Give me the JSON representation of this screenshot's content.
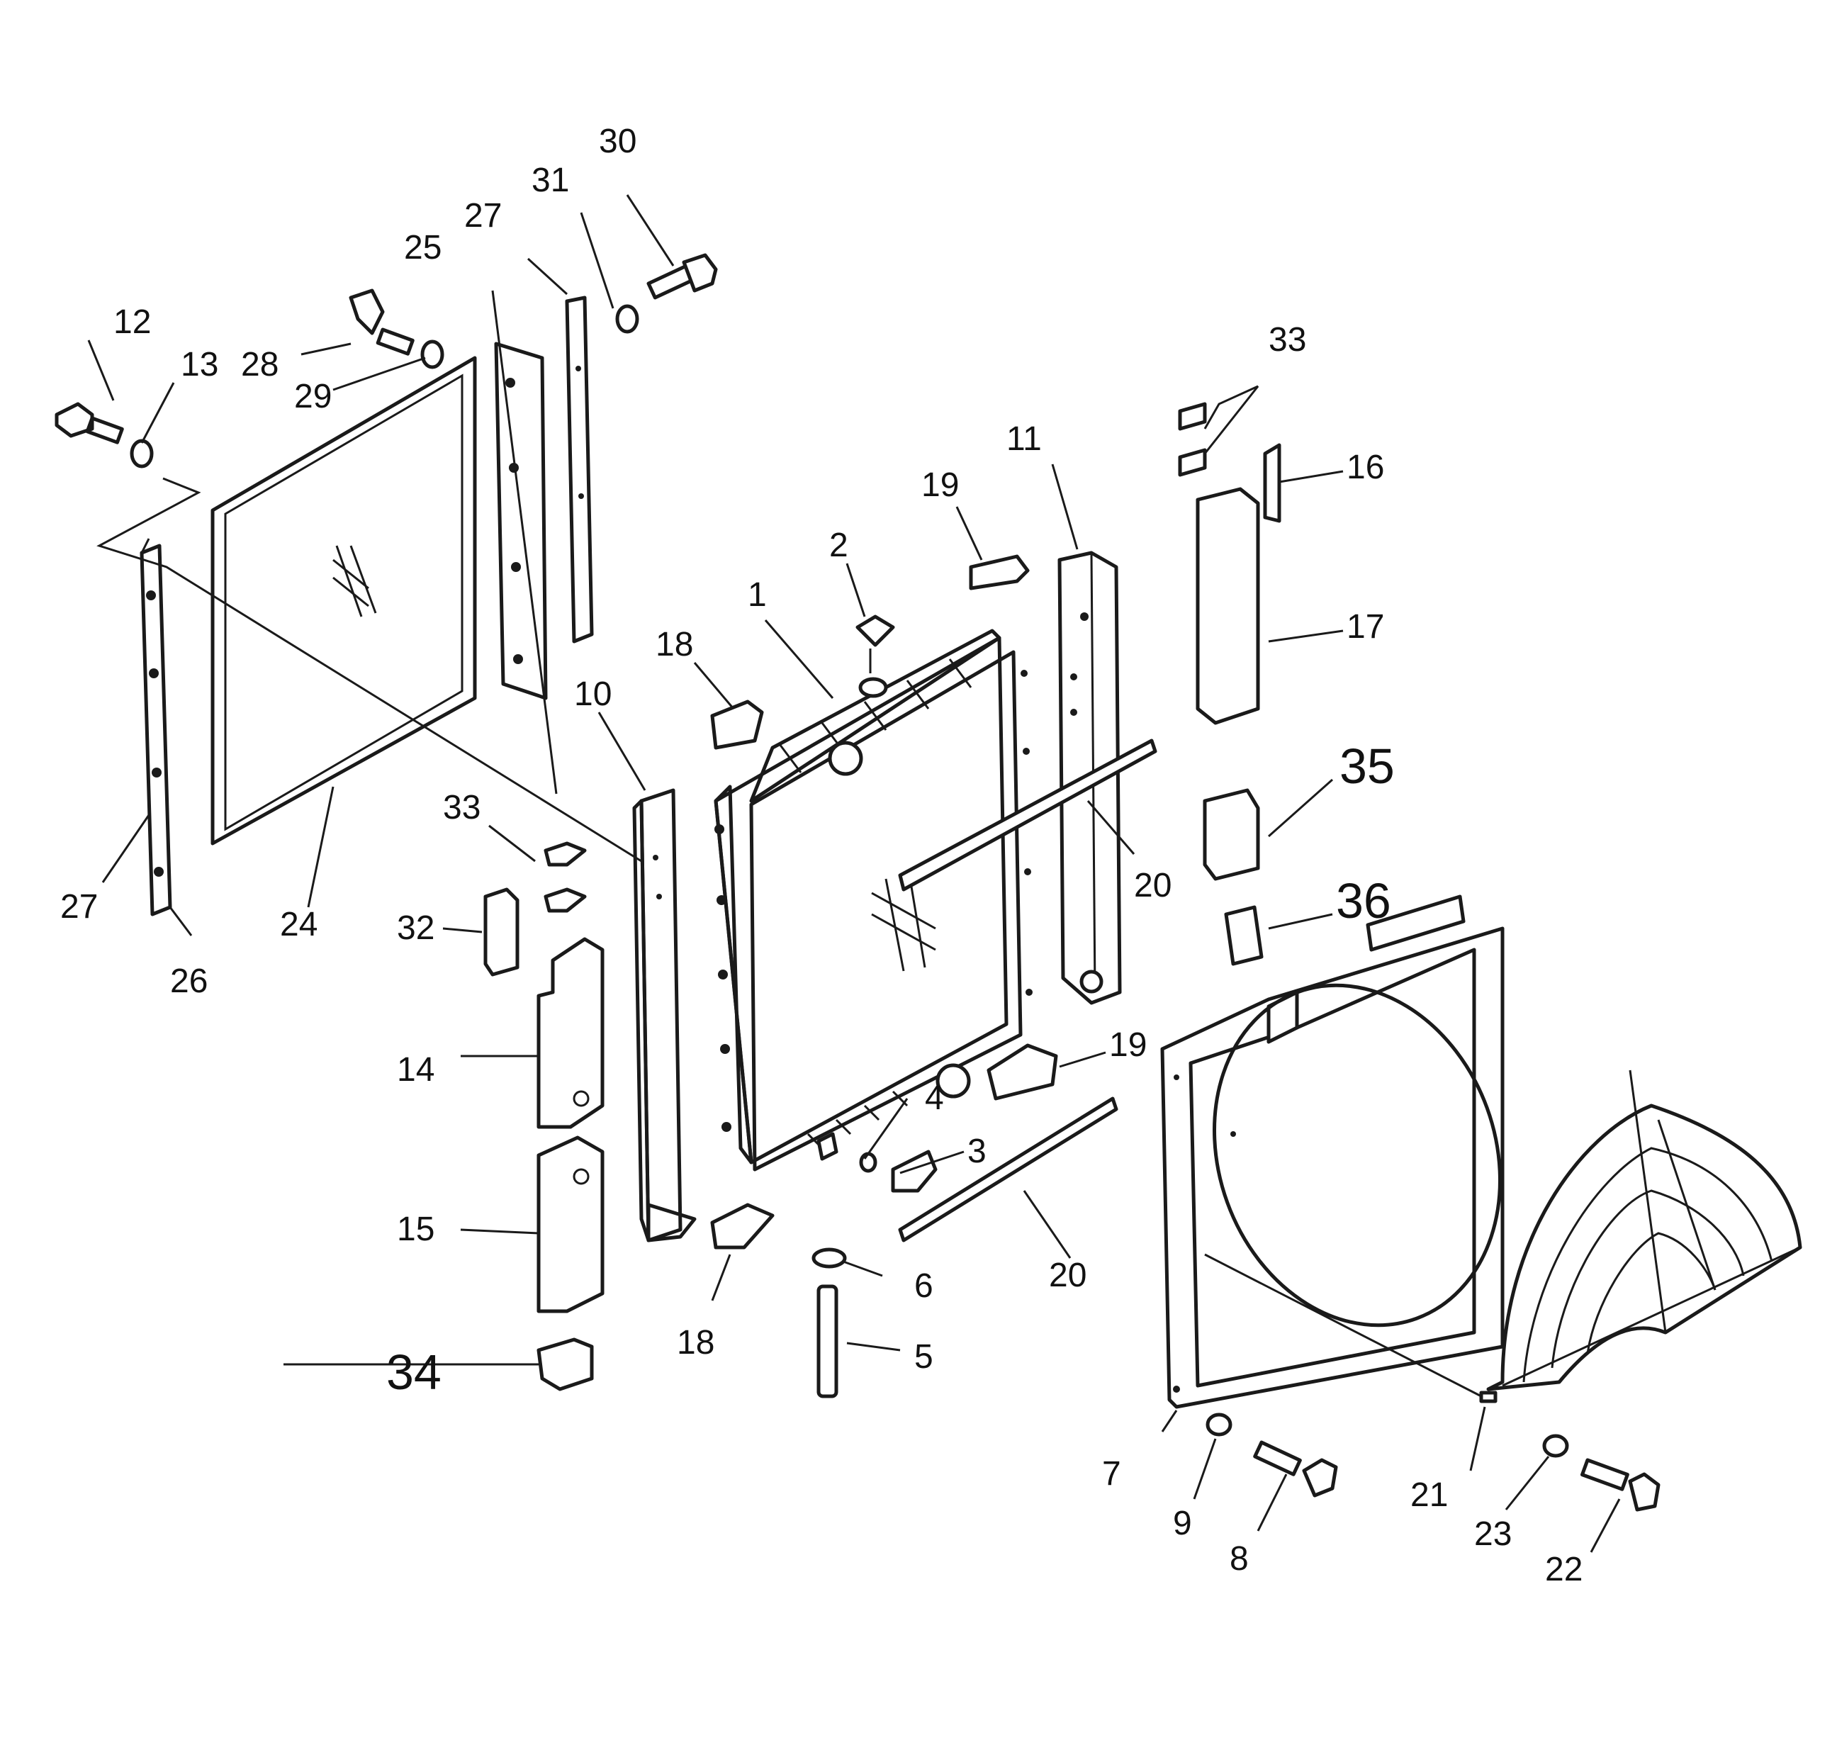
{
  "diagram": {
    "callouts": [
      {
        "id": "1",
        "text": "1"
      },
      {
        "id": "2",
        "text": "2"
      },
      {
        "id": "3",
        "text": "3"
      },
      {
        "id": "4",
        "text": "4"
      },
      {
        "id": "5",
        "text": "5"
      },
      {
        "id": "6",
        "text": "6"
      },
      {
        "id": "7",
        "text": "7"
      },
      {
        "id": "8",
        "text": "8"
      },
      {
        "id": "9",
        "text": "9"
      },
      {
        "id": "10",
        "text": "10"
      },
      {
        "id": "11",
        "text": "11"
      },
      {
        "id": "12",
        "text": "12"
      },
      {
        "id": "13",
        "text": "13"
      },
      {
        "id": "14",
        "text": "14"
      },
      {
        "id": "15",
        "text": "15"
      },
      {
        "id": "16",
        "text": "16"
      },
      {
        "id": "17",
        "text": "17"
      },
      {
        "id": "18a",
        "text": "18"
      },
      {
        "id": "18b",
        "text": "18"
      },
      {
        "id": "19a",
        "text": "19"
      },
      {
        "id": "19b",
        "text": "19"
      },
      {
        "id": "20a",
        "text": "20"
      },
      {
        "id": "20b",
        "text": "20"
      },
      {
        "id": "21",
        "text": "21"
      },
      {
        "id": "22",
        "text": "22"
      },
      {
        "id": "23",
        "text": "23"
      },
      {
        "id": "24",
        "text": "24"
      },
      {
        "id": "25",
        "text": "25"
      },
      {
        "id": "26",
        "text": "26"
      },
      {
        "id": "27a",
        "text": "27"
      },
      {
        "id": "27b",
        "text": "27"
      },
      {
        "id": "28",
        "text": "28"
      },
      {
        "id": "29",
        "text": "29"
      },
      {
        "id": "30",
        "text": "30"
      },
      {
        "id": "31",
        "text": "31"
      },
      {
        "id": "32",
        "text": "32"
      },
      {
        "id": "33a",
        "text": "33"
      },
      {
        "id": "33b",
        "text": "33"
      },
      {
        "id": "34",
        "text": "34"
      },
      {
        "id": "35",
        "text": "35"
      },
      {
        "id": "36",
        "text": "36"
      }
    ]
  }
}
